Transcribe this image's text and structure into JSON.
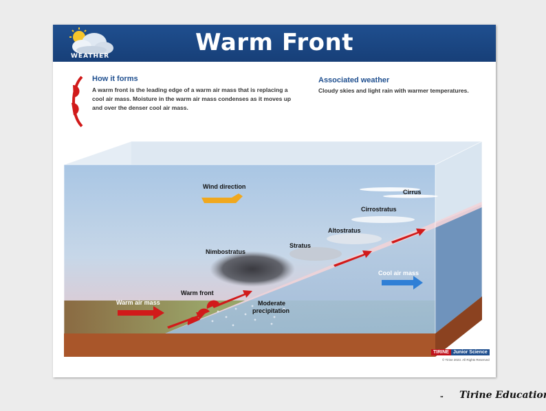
{
  "header": {
    "title": "Warm Front",
    "logo_label": "WEATHER"
  },
  "how_it_forms": {
    "heading": "How it forms",
    "body": "A warm front is the leading edge of a warm air mass that is replacing a cool air mass. Moisture in the warm air mass condenses as it moves up and over the denser cool air mass."
  },
  "associated_weather": {
    "heading": "Associated weather",
    "body": "Cloudy skies and light rain with warmer temperatures."
  },
  "diagram_labels": {
    "wind_direction": "Wind direction",
    "cirrus": "Cirrus",
    "cirrostratus": "Cirrostratus",
    "altostratus": "Altostratus",
    "stratus": "Stratus",
    "nimbostratus": "Nimbostratus",
    "warm_front": "Warm front",
    "warm_air_mass": "Warm air mass",
    "cool_air_mass": "Cool air mass",
    "precip_line1": "Moderate",
    "precip_line2": "precipitation"
  },
  "branding": {
    "brand_a": "TIRINE",
    "brand_b": "Junior Science",
    "copyright": "© Tirine 2023. All Rights Reserved",
    "signature": "Tirine Education"
  },
  "colors": {
    "banner": "#1f4f8f",
    "warm_arrow": "#d11a1a",
    "cool_arrow": "#2f7fd6",
    "wind_arrow": "#f0a81e",
    "ground": "#a9562a"
  }
}
